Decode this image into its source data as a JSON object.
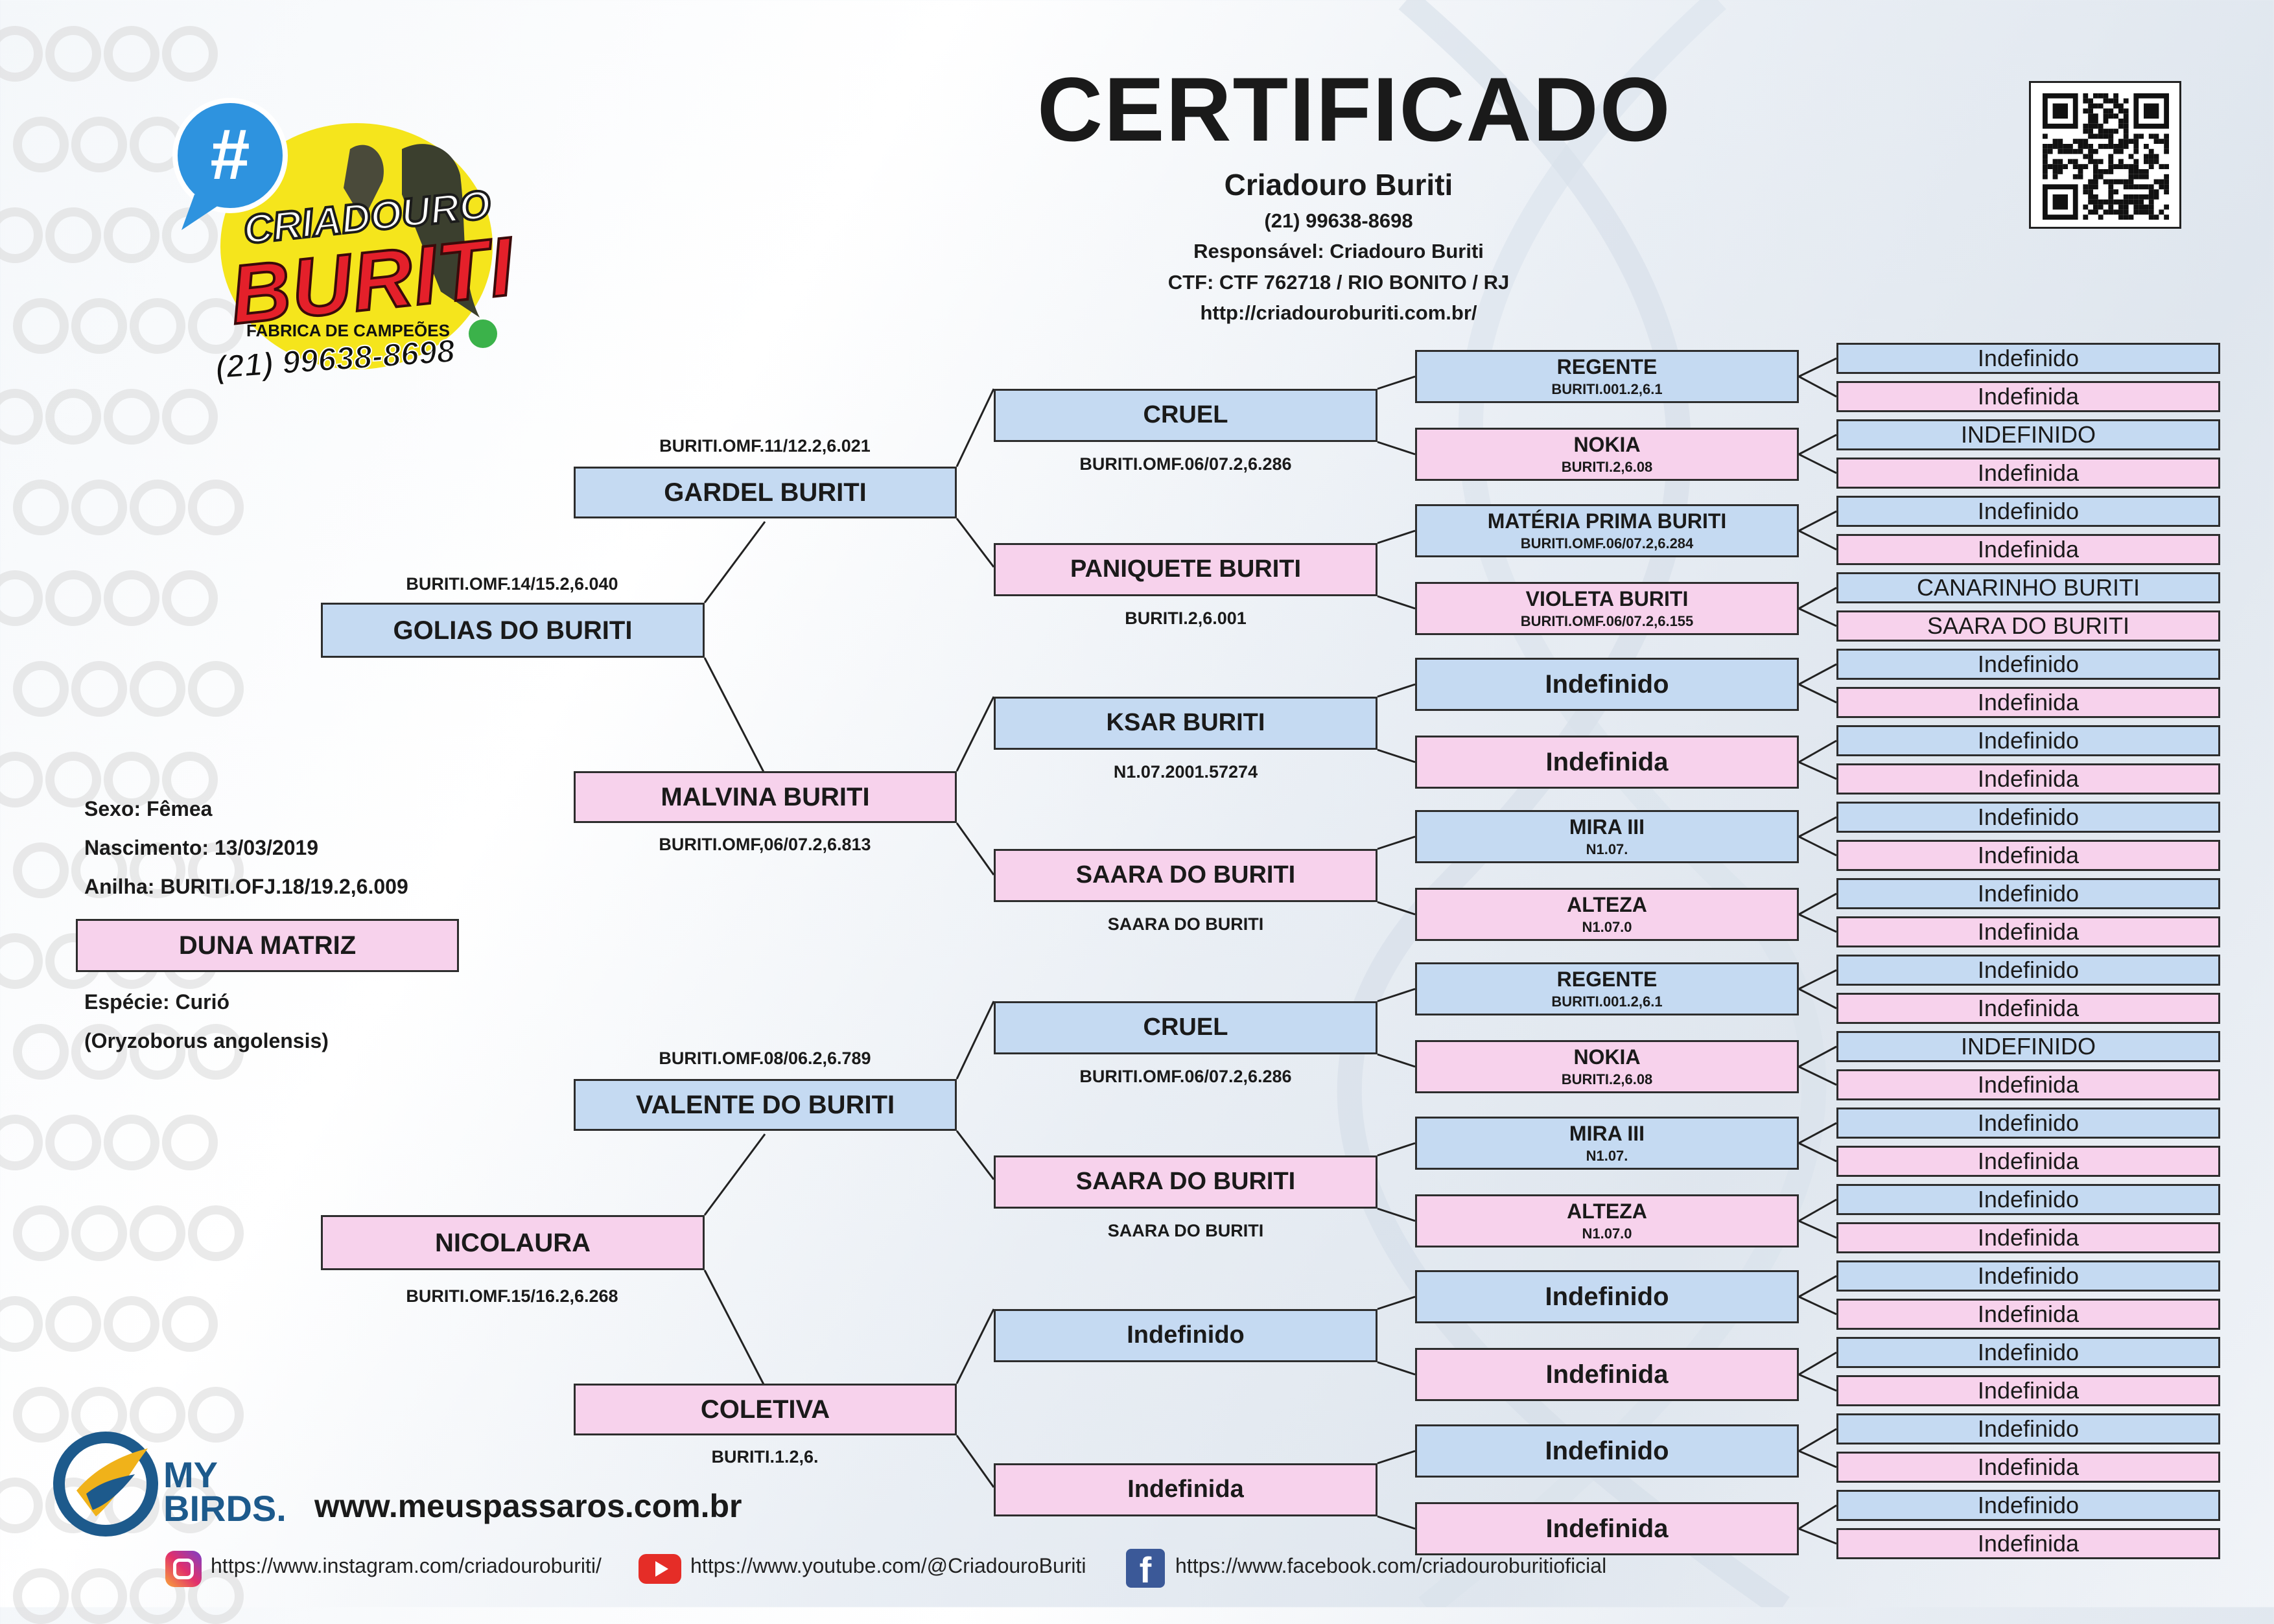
{
  "title": "CERTIFICADO",
  "breeder": {
    "name": "Criadouro Buriti",
    "phone": "(21) 99638-8698",
    "responsavel": "Responsável: Criadouro Buriti",
    "ctf": "CTF: CTF 762718 / RIO BONITO / RJ",
    "url": "http://criadouroburiti.com.br/"
  },
  "logo": {
    "line1": "CRIADOURO",
    "line2": "BURITI",
    "line3": "FABRICA DE CAMPEÕES",
    "phone": "(21) 99638-8698",
    "hash": "#"
  },
  "bird": {
    "sexo": "Sexo: Fêmea",
    "nascimento": "Nascimento: 13/03/2019",
    "anilha": "Anilha: BURITI.OFJ.18/19.2,6.009",
    "name": "DUNA MATRIZ",
    "especie": "Espécie: Curió",
    "cientifico": "(Oryzoborus angolensis)"
  },
  "gen1": {
    "father": {
      "name": "GOLIAS DO BURITI",
      "ring": "BURITI.OMF.14/15.2,6.040"
    },
    "mother": {
      "name": "NICOLAURA",
      "ring": "BURITI.OMF.15/16.2,6.268"
    }
  },
  "gen2": [
    {
      "name": "GARDEL BURITI",
      "ring": "BURITI.OMF.11/12.2,6.021"
    },
    {
      "name": "MALVINA BURITI",
      "ring": "BURITI.OMF,06/07.2,6.813"
    },
    {
      "name": "VALENTE DO BURITI",
      "ring": "BURITI.OMF.08/06.2,6.789"
    },
    {
      "name": "COLETIVA",
      "ring": "BURITI.1.2,6."
    }
  ],
  "gen3": [
    {
      "name": "CRUEL",
      "ring": "BURITI.OMF.06/07.2,6.286"
    },
    {
      "name": "PANIQUETE BURITI",
      "ring": "BURITI.2,6.001"
    },
    {
      "name": "KSAR BURITI",
      "ring": "N1.07.2001.57274"
    },
    {
      "name": "SAARA DO BURITI",
      "ring": "SAARA DO BURITI"
    },
    {
      "name": "CRUEL",
      "ring": "BURITI.OMF.06/07.2,6.286"
    },
    {
      "name": "SAARA DO BURITI",
      "ring": "SAARA DO BURITI"
    },
    {
      "name": "Indefinido",
      "ring": ""
    },
    {
      "name": "Indefinida",
      "ring": ""
    }
  ],
  "gen4": [
    {
      "name": "REGENTE",
      "ring": "BURITI.001.2,6.1"
    },
    {
      "name": "NOKIA",
      "ring": "BURITI.2,6.08"
    },
    {
      "name": "MATÉRIA PRIMA BURITI",
      "ring": "BURITI.OMF.06/07.2,6.284"
    },
    {
      "name": "VIOLETA BURITI",
      "ring": "BURITI.OMF.06/07.2,6.155"
    },
    {
      "name": "Indefinido",
      "ring": ""
    },
    {
      "name": "Indefinida",
      "ring": ""
    },
    {
      "name": "MIRA III",
      "ring": "N1.07."
    },
    {
      "name": "ALTEZA",
      "ring": "N1.07.0"
    },
    {
      "name": "REGENTE",
      "ring": "BURITI.001.2,6.1"
    },
    {
      "name": "NOKIA",
      "ring": "BURITI.2,6.08"
    },
    {
      "name": "MIRA III",
      "ring": "N1.07."
    },
    {
      "name": "ALTEZA",
      "ring": "N1.07.0"
    },
    {
      "name": "Indefinido",
      "ring": ""
    },
    {
      "name": "Indefinida",
      "ring": ""
    },
    {
      "name": "Indefinido",
      "ring": ""
    },
    {
      "name": "Indefinida",
      "ring": ""
    }
  ],
  "gen5": [
    "Indefinido",
    "Indefinida",
    "INDEFINIDO",
    "Indefinida",
    "Indefinido",
    "Indefinida",
    "CANARINHO BURITI",
    "SAARA DO BURITI",
    "Indefinido",
    "Indefinida",
    "Indefinido",
    "Indefinida",
    "Indefinido",
    "Indefinida",
    "Indefinido",
    "Indefinida",
    "Indefinido",
    "Indefinida",
    "INDEFINIDO",
    "Indefinida",
    "Indefinido",
    "Indefinida",
    "Indefinido",
    "Indefinida",
    "Indefinido",
    "Indefinida",
    "Indefinido",
    "Indefinida",
    "Indefinido",
    "Indefinida",
    "Indefinido",
    "Indefinida"
  ],
  "mybirds": {
    "my": "MY",
    "birds": "BIRDS.",
    "site": "www.meuspassaros.com.br"
  },
  "social": {
    "instagram": "https://www.instagram.com/criadouroburiti/",
    "youtube": "https://www.youtube.com/@CriadouroBuriti",
    "facebook": "https://www.facebook.com/criadouroburitioficial"
  },
  "colors": {
    "male": "#c5daf2",
    "female": "#f7d2ec",
    "logo_yellow": "#f5e51c",
    "logo_red": "#e4202a",
    "bubble": "#2e93df"
  }
}
